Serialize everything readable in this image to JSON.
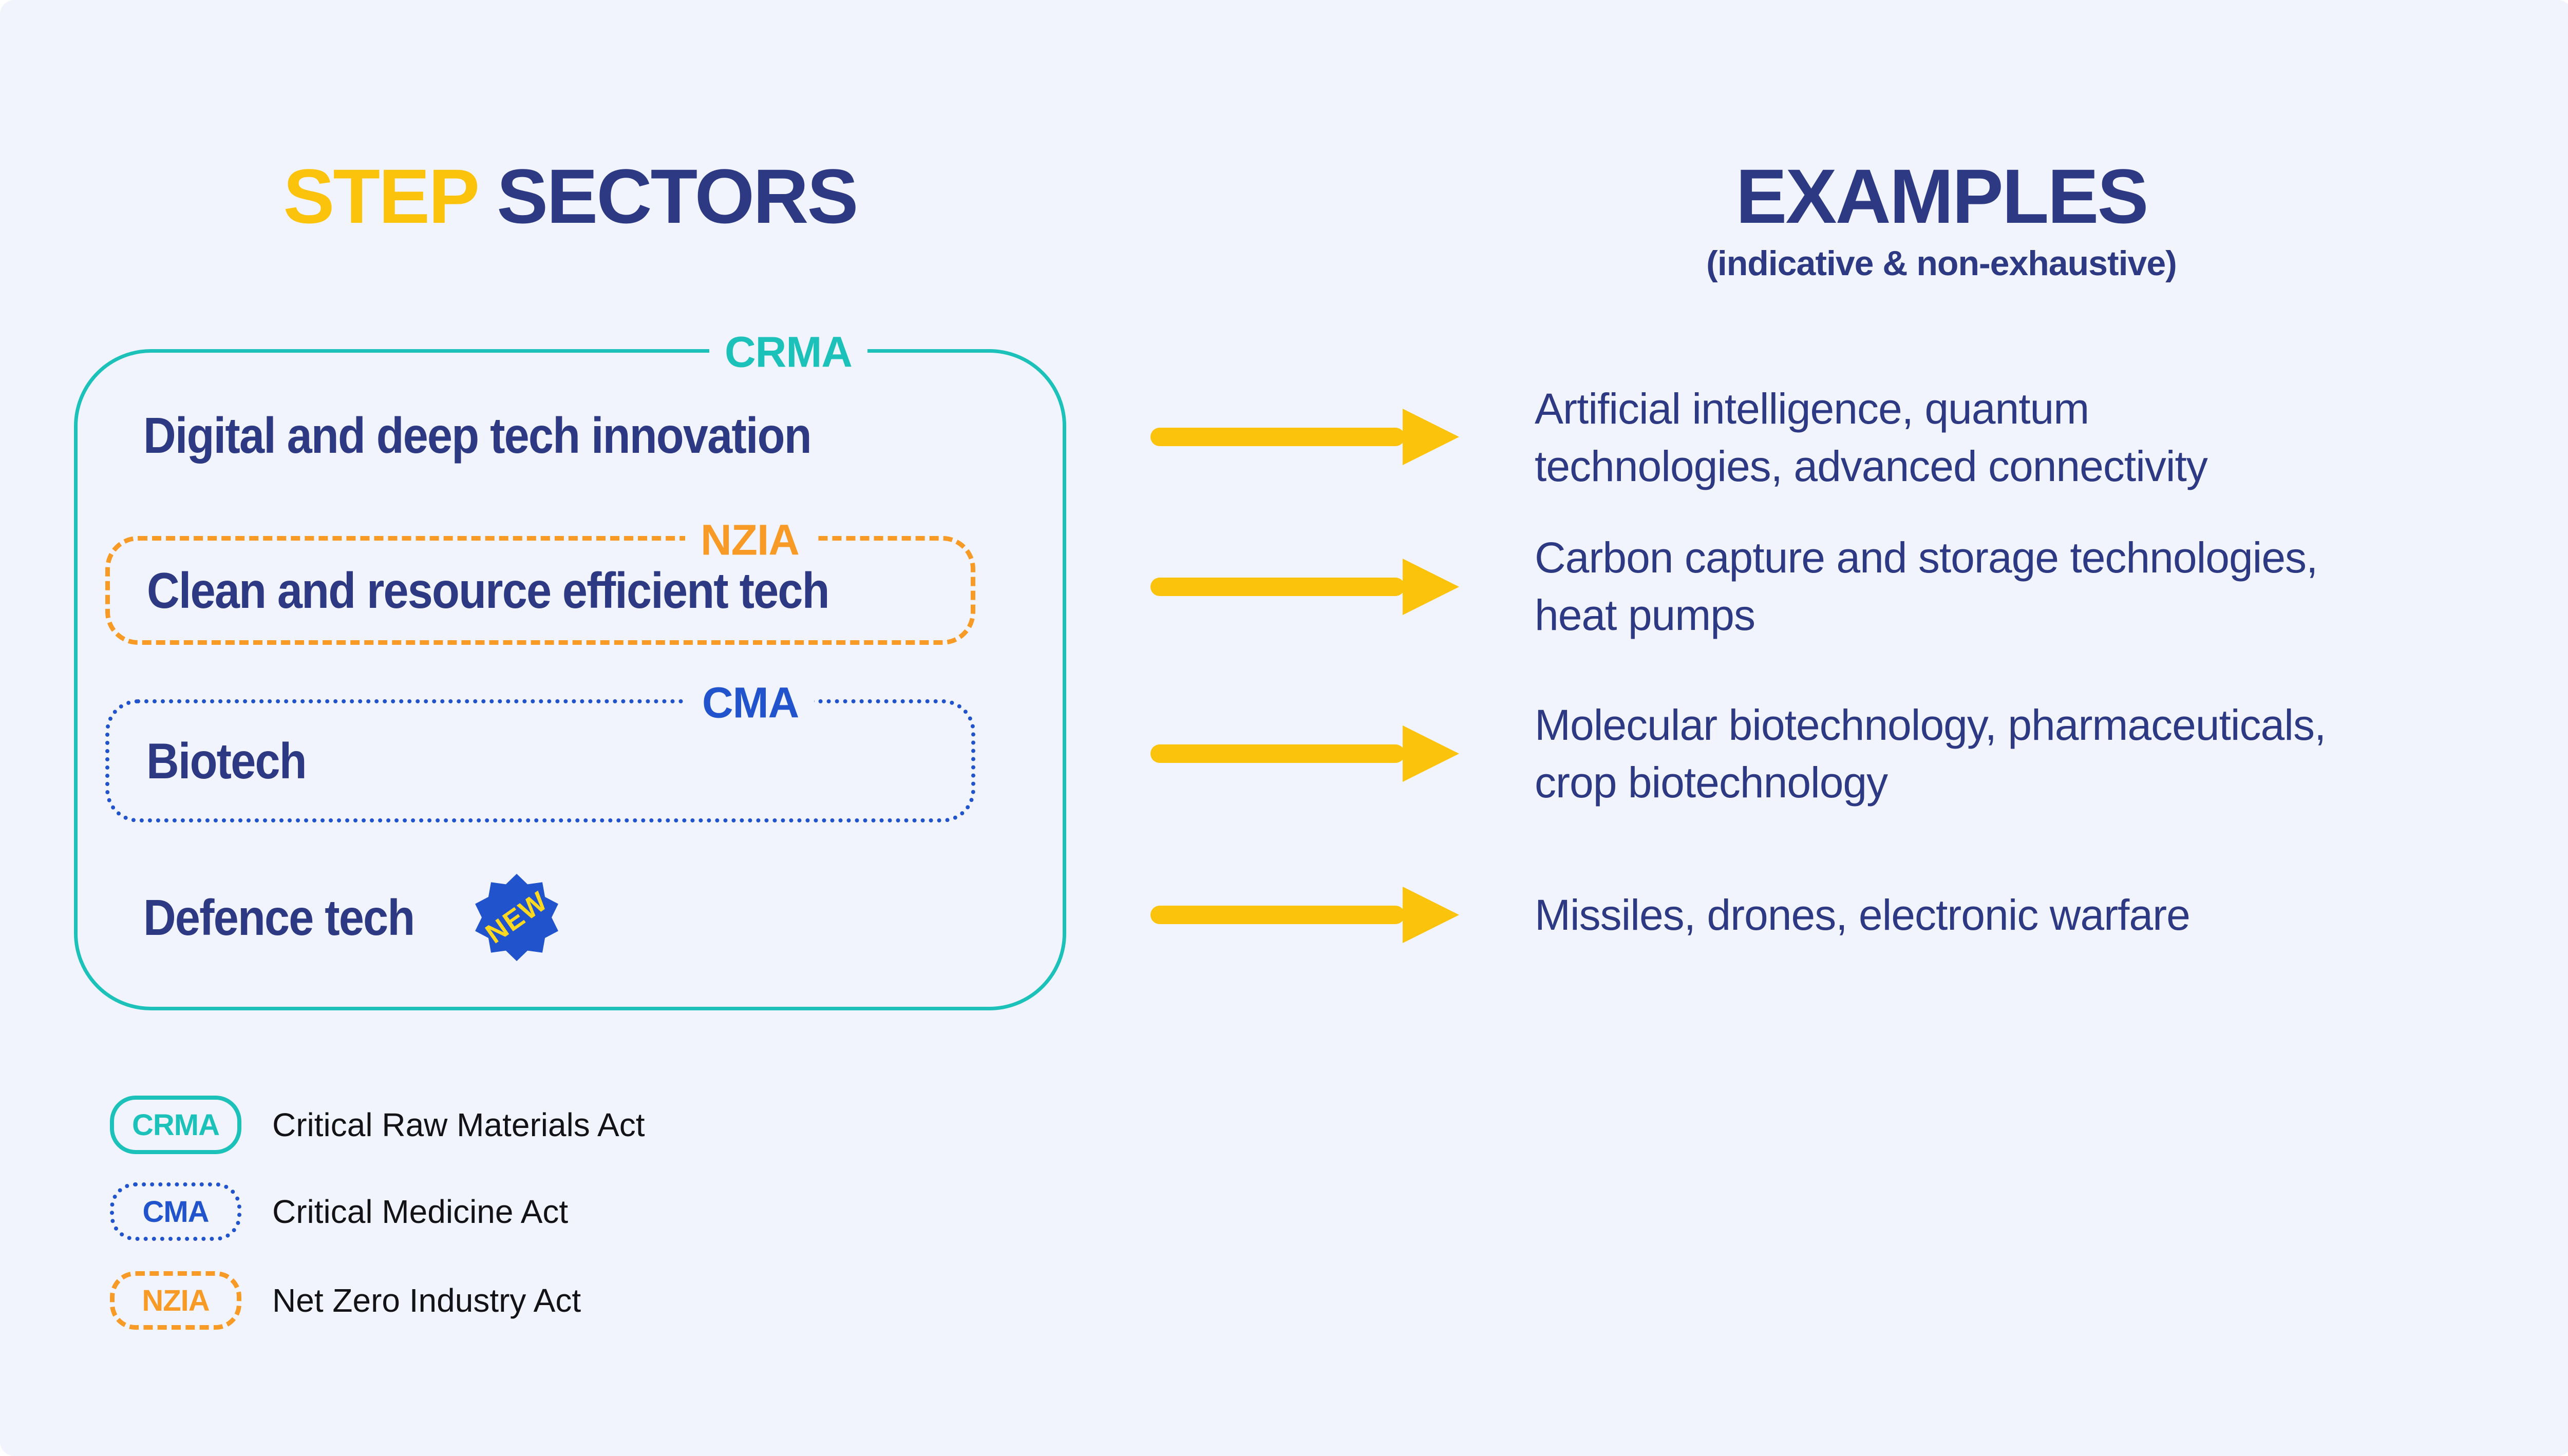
{
  "title": {
    "accent": "STEP",
    "rest": "SECTORS"
  },
  "examples_header": {
    "title": "EXAMPLES",
    "subtitle": "(indicative & non-exhaustive)"
  },
  "crma_box_label": "CRMA",
  "rows": [
    {
      "sector": "Digital and deep tech innovation",
      "example_lines": [
        "Artificial intelligence, quantum",
        "technologies, advanced connectivity"
      ]
    },
    {
      "sector": "Clean and resource efficient tech",
      "tag": "NZIA",
      "example_lines": [
        "Carbon capture and storage technologies,",
        "heat pumps"
      ]
    },
    {
      "sector": "Biotech",
      "tag": "CMA",
      "example_lines": [
        "Molecular biotechnology, pharmaceuticals,",
        "crop biotechnology"
      ]
    },
    {
      "sector": "Defence tech",
      "badge": "NEW",
      "example_lines": [
        "Missiles, drones, electronic warfare"
      ]
    }
  ],
  "legend": [
    {
      "tag": "CRMA",
      "description": "Critical Raw Materials Act"
    },
    {
      "tag": "CMA",
      "description": "Critical Medicine Act"
    },
    {
      "tag": "NZIA",
      "description": "Net Zero Industry Act"
    }
  ],
  "colors": {
    "navy": "#2D3A83",
    "yellow": "#FBC30B",
    "teal": "#1CC2BA",
    "orange": "#F79B26",
    "blue": "#2153CC",
    "card_background": "#F1F4FC",
    "legend_text": "#131317",
    "badge_text": "#FFD91F"
  }
}
